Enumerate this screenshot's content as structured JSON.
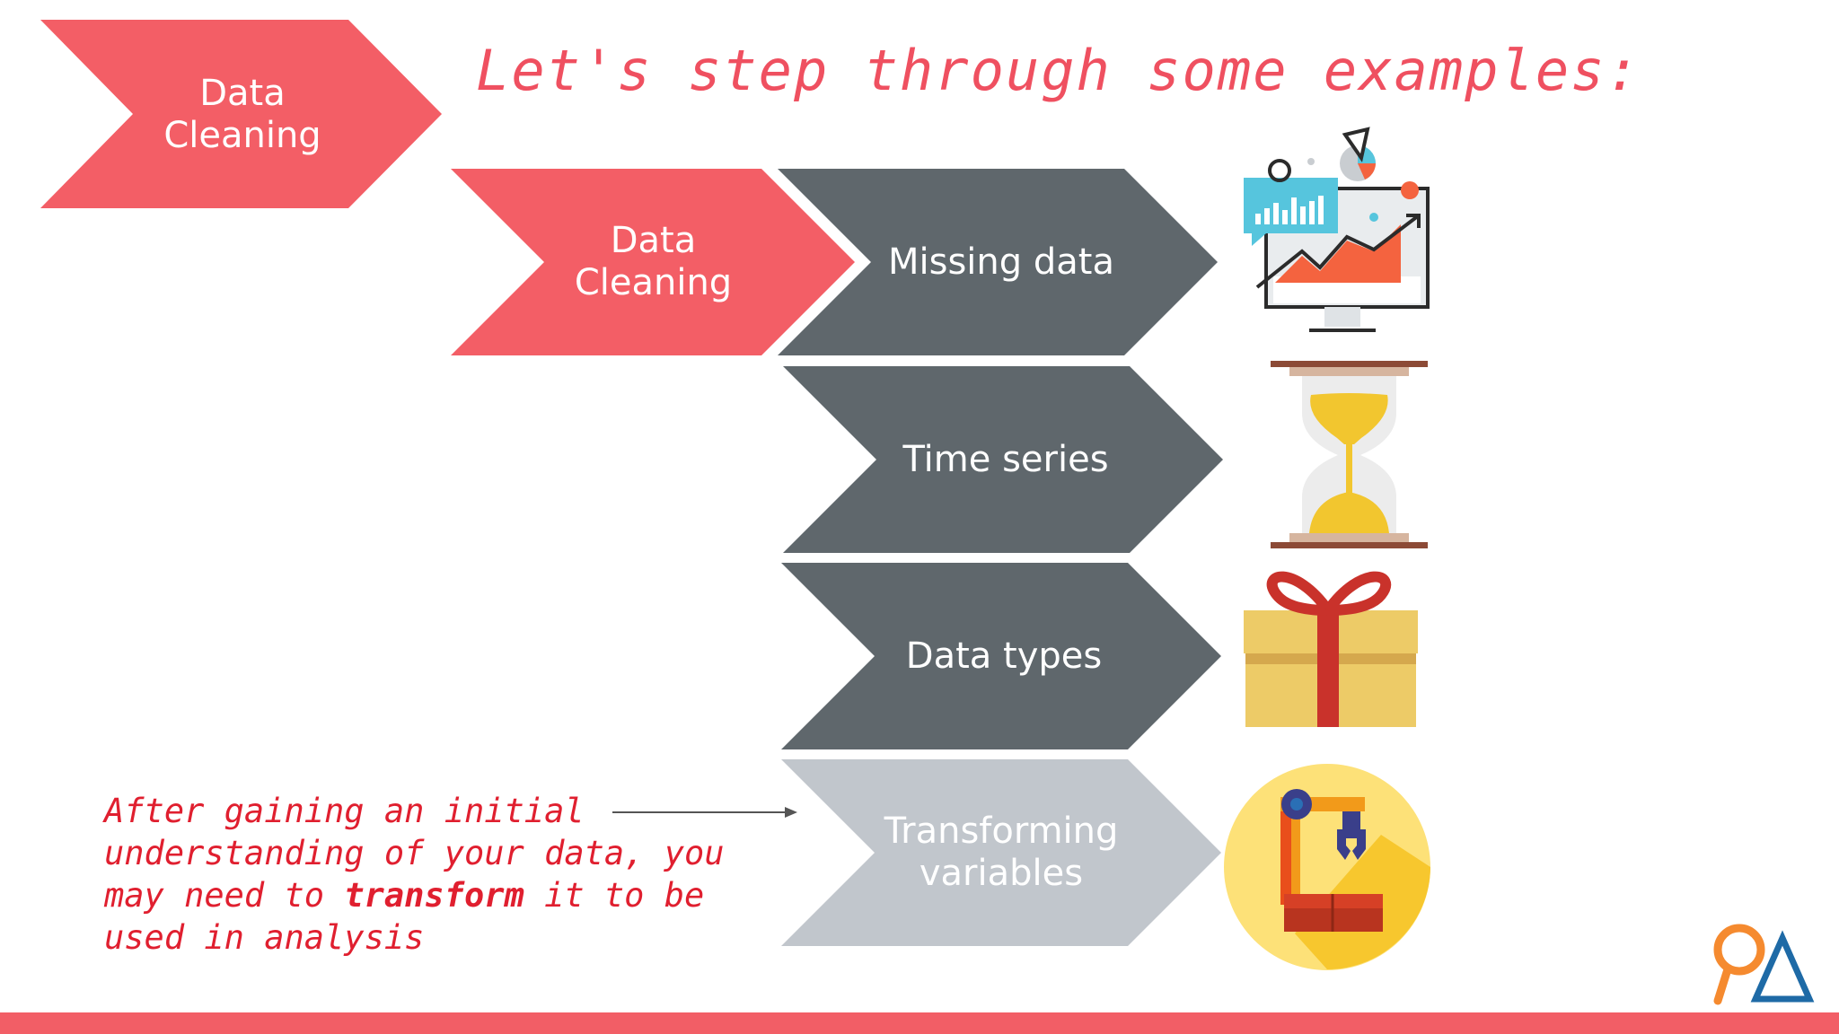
{
  "title": "Let's step through some examples:",
  "header_chevron": {
    "label": "Data\nCleaning",
    "color": "#f35e66"
  },
  "flow": {
    "source": {
      "label": "Data\nCleaning",
      "color": "#f35e66"
    },
    "items": [
      {
        "label": "Missing data",
        "color": "#5f676c",
        "icon": "analytics-monitor-icon"
      },
      {
        "label": "Time series",
        "color": "#5f676c",
        "icon": "hourglass-icon"
      },
      {
        "label": "Data types",
        "color": "#5f676c",
        "icon": "gift-box-icon"
      },
      {
        "label": "Transforming\nvariables",
        "color": "#c1c6cc",
        "icon": "robot-arm-icon"
      }
    ]
  },
  "note": {
    "text_before": "After gaining an initial understanding of your data, you may need to ",
    "emphasis": "transform",
    "text_after": " it to be used in analysis"
  },
  "logo": {
    "icon": "magnifier-delta-logo",
    "colors": [
      "#f58a2f",
      "#1e6aa6"
    ]
  },
  "footer_color": "#f25e66"
}
